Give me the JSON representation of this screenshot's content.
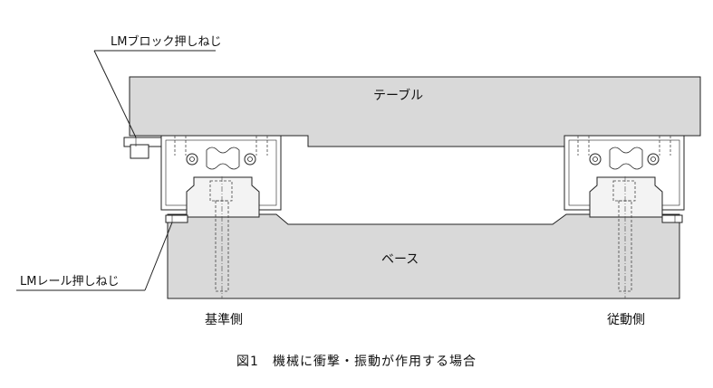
{
  "labels": {
    "lm_block_screw": "LMブロック押しねじ",
    "lm_rail_screw": "LMレール押しねじ",
    "table": "テーブル",
    "base": "ベース",
    "reference_side": "基準側",
    "driven_side": "従動側"
  },
  "caption": "図1　機械に衝撃・振動が作用する場合",
  "colors": {
    "table_fill": "#d9d9d9",
    "base_fill": "#d9d9d9",
    "line": "#222222",
    "hidden_line": "#444444"
  }
}
